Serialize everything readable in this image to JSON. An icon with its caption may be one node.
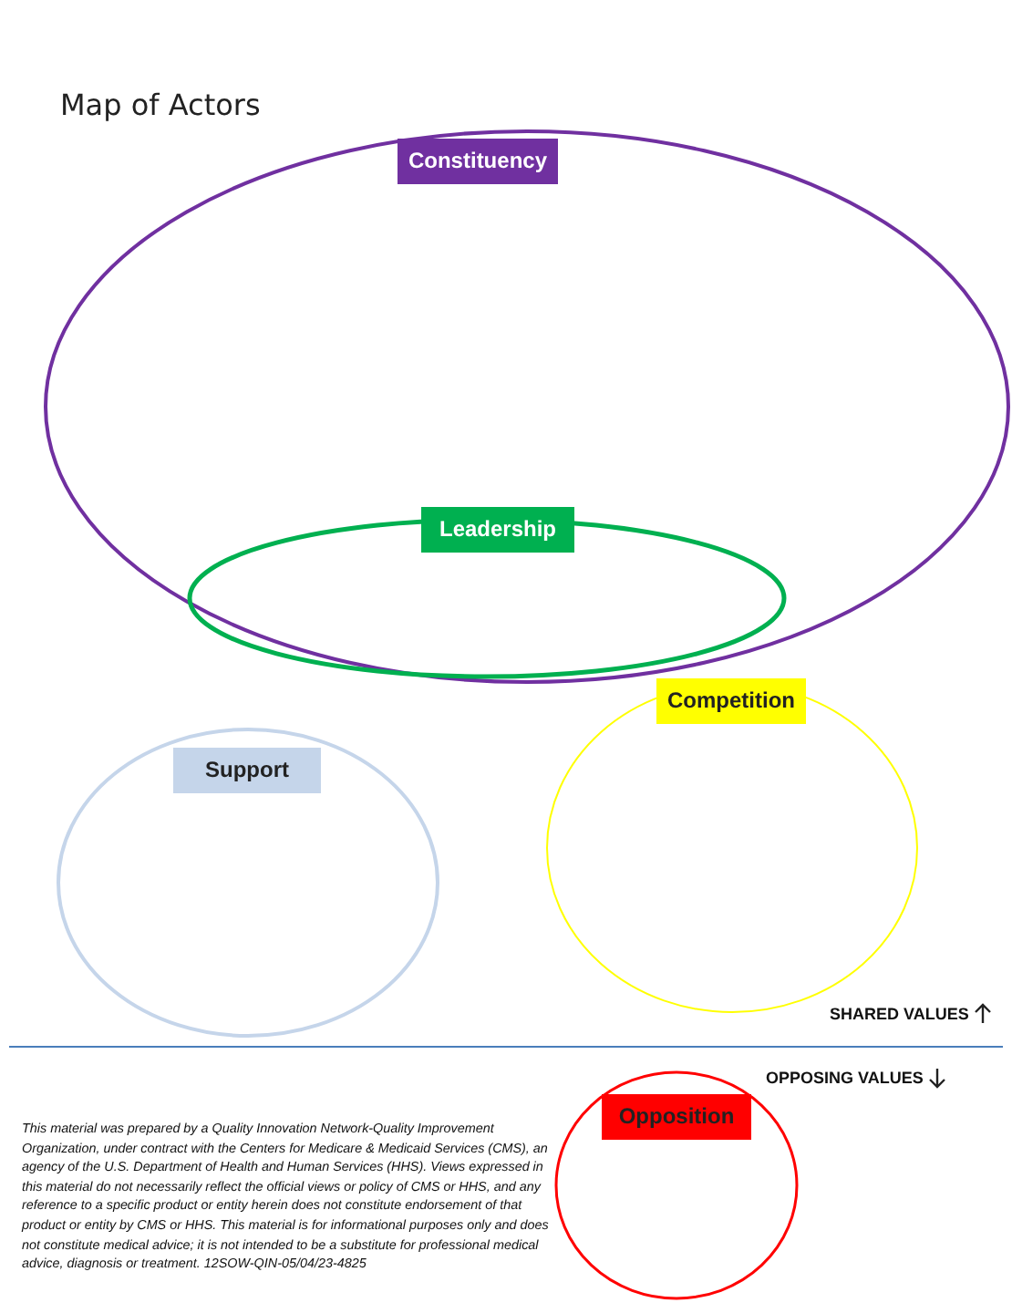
{
  "diagram": {
    "title": "Map of Actors",
    "nodes": [
      {
        "text": [
          "Constituency"
        ]
      },
      {
        "text": [
          "Leadership"
        ],
        "in": 0
      },
      {
        "text": [
          "Competition"
        ]
      },
      {
        "text": [
          "Support"
        ]
      },
      {
        "text": [
          "Opposition"
        ]
      }
    ],
    "edges": [],
    "labels": [
      "SHARED VALUES",
      "OPPOSING VALUES",
      "This material was prepared by a Quality Innovation Network-Quality Improvement Organization, under contract with the Centers for Medicare & Medicaid Services (CMS), an agency of the U.S. Department of Health and Human Services (HHS). Views expressed in this material do not necessarily reflect the official views or policy of CMS or HHS, and any reference to a specific product or entity herein does not constitute endorsement of that product or entity by CMS or HHS. This material is for informational purposes only and does not constitute medical advice; it is not intended to be a substitute for professional medical advice, diagnosis or treatment. 12SOW-QIN-05/04/23-4825"
    ]
  }
}
